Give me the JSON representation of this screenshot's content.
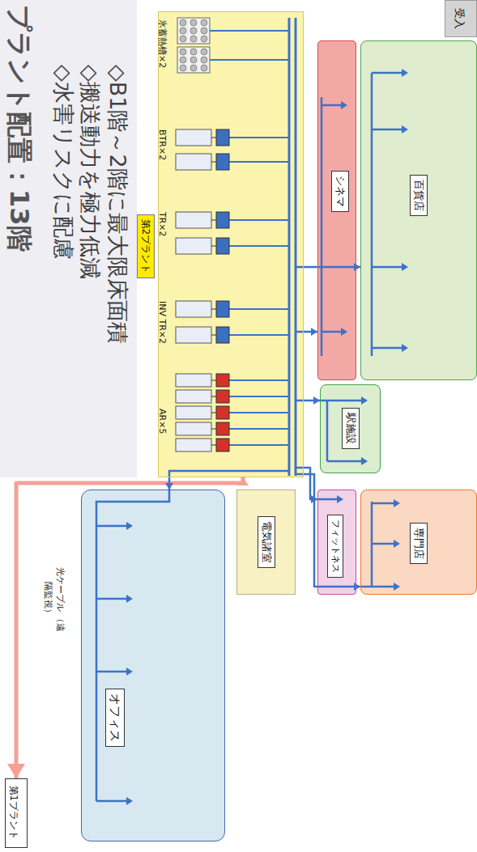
{
  "diagram": {
    "title": "プラント配置：13階",
    "nodes": [
      {
        "text": [
          "第2プラント"
        ]
      },
      {
        "text": [
          "受入"
        ]
      },
      {
        "text": [
          "オフィス"
        ]
      },
      {
        "text": [
          "電気諸室"
        ]
      },
      {
        "text": [
          "フィットネス"
        ]
      },
      {
        "text": [
          "専門店"
        ]
      },
      {
        "text": [
          "駅施設"
        ]
      },
      {
        "text": [
          "シネマ"
        ]
      },
      {
        "text": [
          "百貨店"
        ]
      },
      {
        "text": [
          "第1プラント"
        ]
      }
    ],
    "edges": [
      {
        "from": 0,
        "to": 9,
        "arrow": "both",
        "label": "光ケーブル （遠隔監視）"
      },
      {
        "from": 0,
        "to": 2,
        "arrow": "to"
      },
      {
        "from": 0,
        "to": 4,
        "arrow": "to"
      },
      {
        "from": 0,
        "to": 5,
        "arrow": "to"
      },
      {
        "from": 0,
        "to": 6,
        "arrow": "to"
      },
      {
        "from": 0,
        "to": 7,
        "arrow": "to"
      },
      {
        "from": 0,
        "to": 8,
        "arrow": "to"
      }
    ],
    "labels": [
      "◇水害リスクに配慮",
      "◇搬送動力を極力低減",
      "◇B1階～2階に最大限床面積",
      "氷蓄熱槽×2",
      "BTR×2",
      "TR×2",
      "INV TR×2",
      "AR×5"
    ]
  }
}
